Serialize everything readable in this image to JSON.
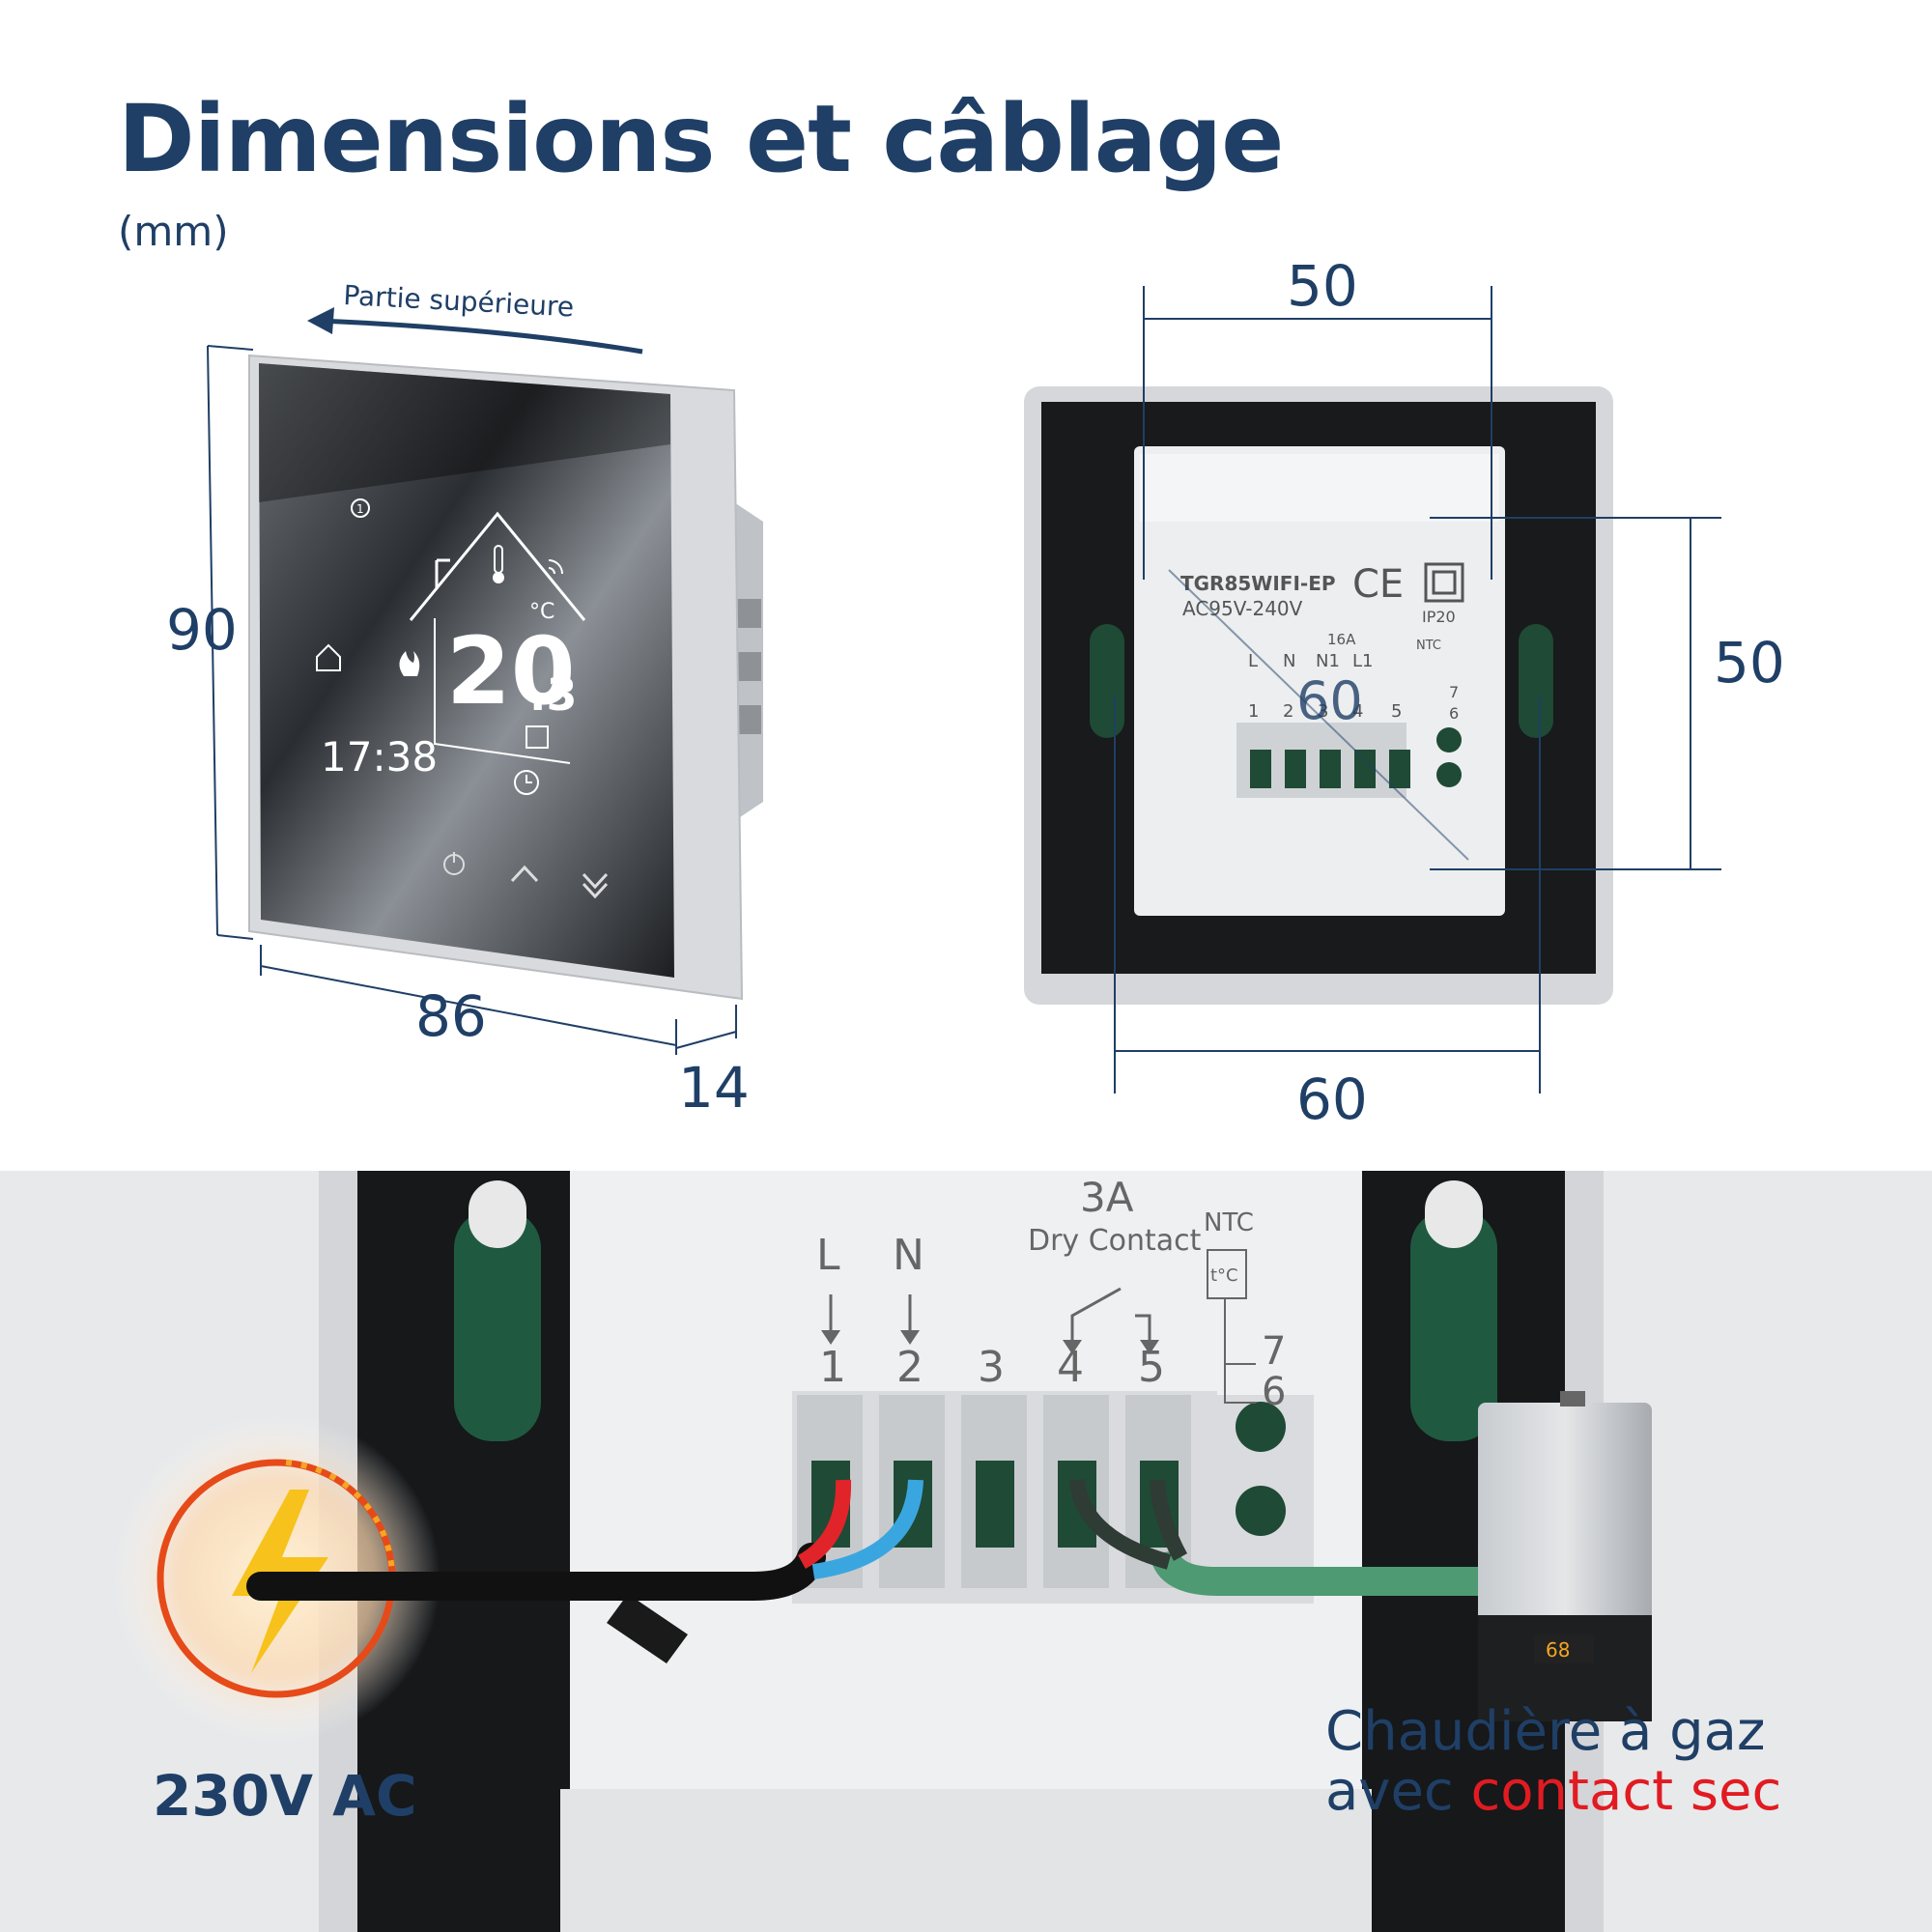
{
  "header": {
    "title": "Dimensions et câblage",
    "unit": "(mm)"
  },
  "front_view": {
    "top_label": "Partie supérieure",
    "height": "90",
    "width": "86",
    "depth": "14",
    "display": {
      "temperature": "20",
      "temperature_decimal": ".3",
      "degree_unit": "°C",
      "time": "17:38"
    }
  },
  "back_view": {
    "dim_top": "50",
    "dim_right": "50",
    "dim_bottom": "60",
    "dim_center": "60",
    "model": "TGR85WIFI-EP",
    "voltage": "AC95V-240V",
    "ce_mark": "CE",
    "rating": "IP20",
    "current": "16A",
    "ntc": "NTC",
    "terminal_letters": [
      "L",
      "N",
      "N1",
      "L1"
    ],
    "terminal_numbers": [
      "1",
      "2",
      "3",
      "4",
      "5"
    ],
    "ntc_numbers": [
      "7",
      "6"
    ]
  },
  "wiring": {
    "relay_rating": "3A",
    "relay_type": "Dry Contact",
    "ntc": "NTC",
    "sensor_symbol": "t°C",
    "terminal_letters": [
      "L",
      "N"
    ],
    "terminal_numbers": [
      "1",
      "2",
      "3",
      "4",
      "5"
    ],
    "ntc_numbers": [
      "7",
      "6"
    ],
    "power_label": "230V AC",
    "boiler_label_line1": "Chaudière à gaz",
    "boiler_label_prefix": "avec ",
    "boiler_label_highlight": "contact sec",
    "boiler_display": "68"
  },
  "colors": {
    "brand_blue": "#1f3f66",
    "highlight_red": "#e11b22",
    "wire_live": "#e0242a",
    "wire_neutral": "#3aa6e0",
    "wire_contact": "#4e9a72"
  }
}
